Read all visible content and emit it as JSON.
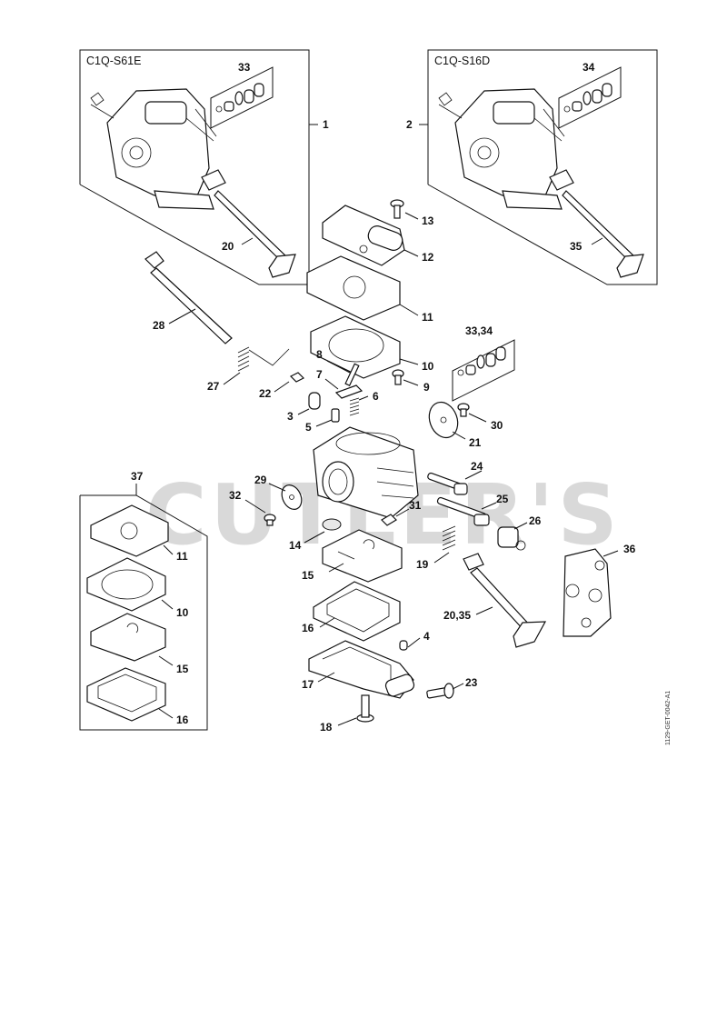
{
  "watermark": "CUTLER'S",
  "diagram_code": "1129-GET-0042-A1",
  "boxes": {
    "left_title": "C1Q-S61E",
    "right_title": "C1Q-S16D",
    "kit_box_label": "37"
  },
  "labels": {
    "l1": "1",
    "l2": "2",
    "l3": "3",
    "l4": "4",
    "l5": "5",
    "l6": "6",
    "l7": "7",
    "l8": "8",
    "l9": "9",
    "l10": "10",
    "l10b": "10",
    "l11": "11",
    "l11b": "11",
    "l12": "12",
    "l13": "13",
    "l14": "14",
    "l15": "15",
    "l15b": "15",
    "l16": "16",
    "l16b": "16",
    "l17": "17",
    "l18": "18",
    "l19": "19",
    "l20": "20",
    "l20_35": "20,35",
    "l21": "21",
    "l22": "22",
    "l23": "23",
    "l24": "24",
    "l25": "25",
    "l26": "26",
    "l27": "27",
    "l28": "28",
    "l29": "29",
    "l30": "30",
    "l31": "31",
    "l32": "32",
    "l33": "33",
    "l33_34": "33,34",
    "l34": "34",
    "l35": "35",
    "l36": "36"
  }
}
